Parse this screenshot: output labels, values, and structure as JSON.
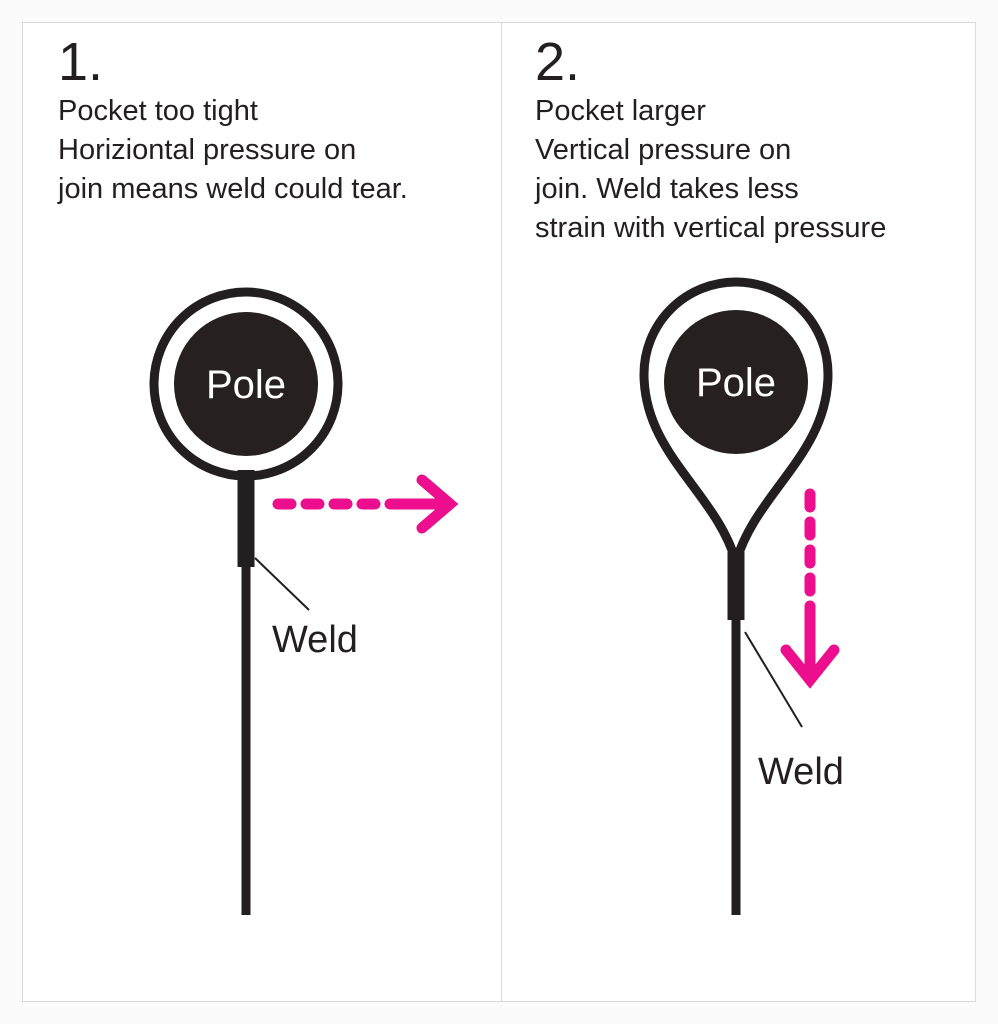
{
  "figure": {
    "background_color": "#fbfbfb",
    "frame_color": "#d9d9d9",
    "ink_color": "#231f20",
    "accent_color": "#ec0e8c",
    "pole_fill": "#262120",
    "pole_label_color": "#ffffff"
  },
  "panels": [
    {
      "number": "1.",
      "caption_lines": [
        "Pocket too tight",
        "Horiziontal pressure on",
        "join means weld could tear."
      ],
      "pocket_shape": "circle",
      "pole_label": "Pole",
      "weld_label": "Weld",
      "arrow": {
        "direction": "horizontal-right",
        "color": "#ec0e8c",
        "style": "dashed-then-solid",
        "dash_count": 4
      }
    },
    {
      "number": "2.",
      "caption_lines": [
        "Pocket larger",
        "Vertical pressure on",
        "join. Weld takes less",
        "strain with vertical pressure"
      ],
      "pocket_shape": "teardrop",
      "pole_label": "Pole",
      "weld_label": "Weld",
      "arrow": {
        "direction": "vertical-down",
        "color": "#ec0e8c",
        "style": "dashed-then-solid",
        "dash_count": 4
      }
    }
  ]
}
